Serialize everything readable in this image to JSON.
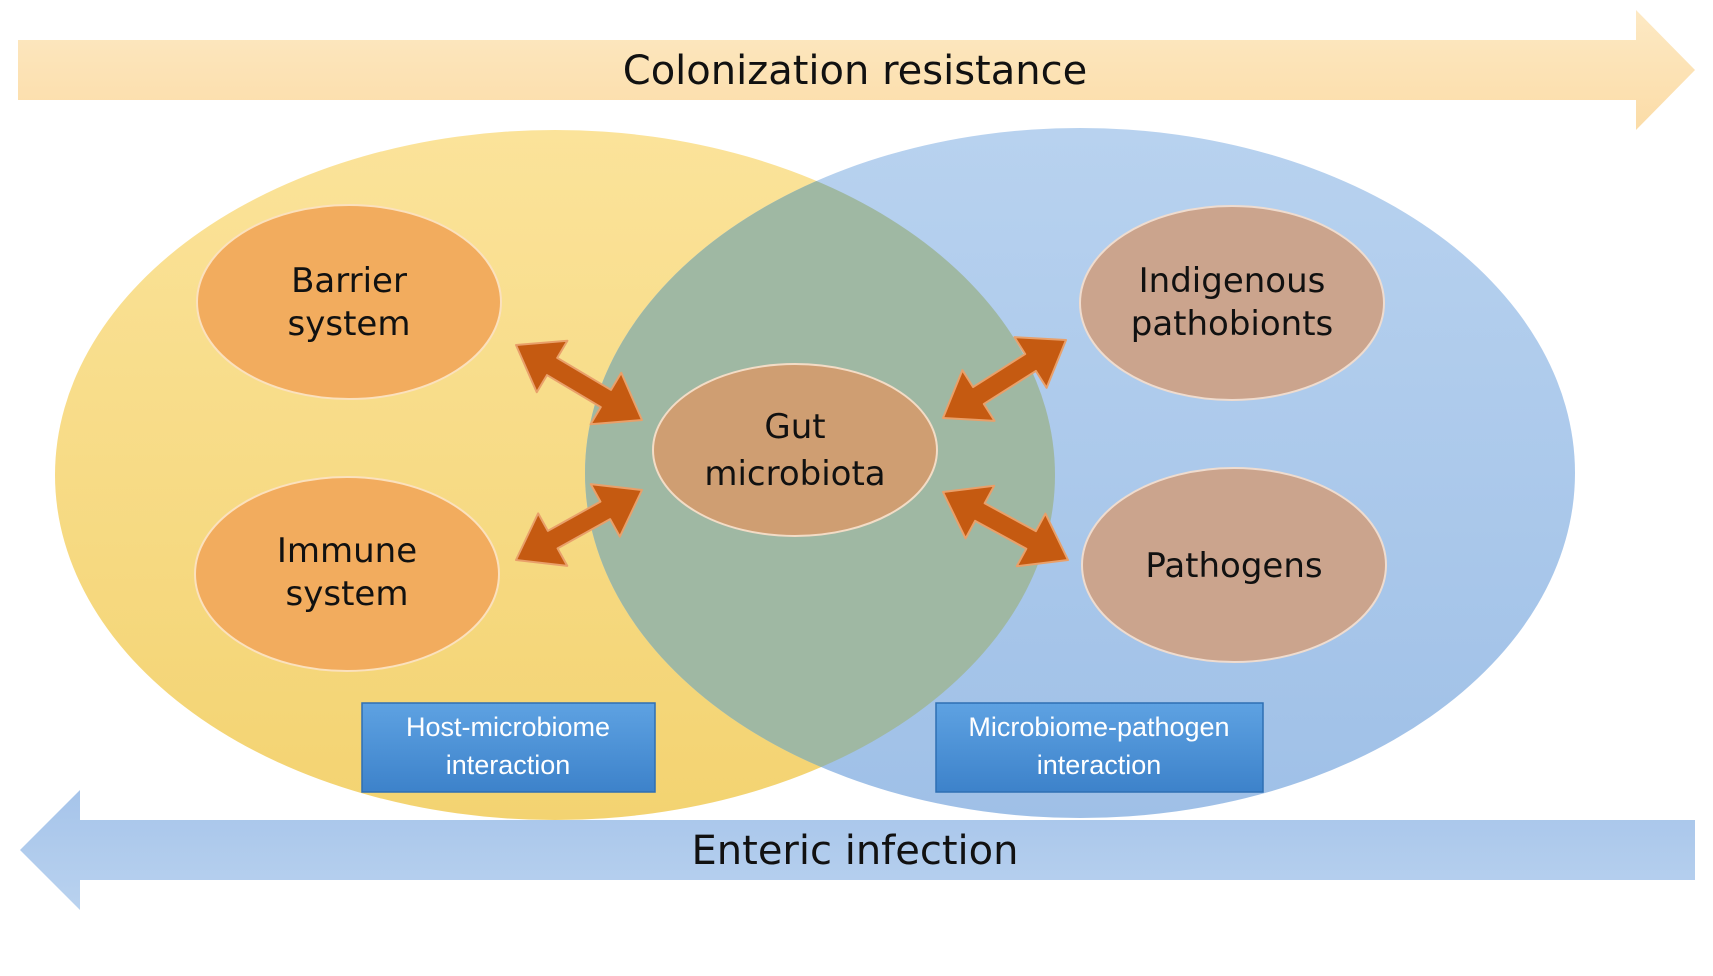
{
  "top_arrow": {
    "label": "Colonization resistance"
  },
  "bottom_arrow": {
    "label": "Enteric infection"
  },
  "nodes": {
    "barrier": {
      "line1": "Barrier",
      "line2": "system"
    },
    "immune": {
      "line1": "Immune",
      "line2": "system"
    },
    "gut": {
      "line1": "Gut",
      "line2": "microbiota"
    },
    "indigenous": {
      "line1": "Indigenous",
      "line2": "pathobionts"
    },
    "pathogens": {
      "line1": "Pathogens"
    }
  },
  "boxes": {
    "host": {
      "line1": "Host-microbiome",
      "line2": "interaction"
    },
    "microbe": {
      "line1": "Microbiome-pathogen",
      "line2": "interaction"
    }
  },
  "colors": {
    "top_arrow": "#fde4b8",
    "bottom_arrow": "#a9c7ea",
    "left_circle": "#f7d774",
    "right_circle": "#a9c9ec",
    "overlap": "#9fb7a3",
    "host_nodes": "#f2ac5e",
    "microbe_nodes": "#cba48d",
    "gut_node": "#cf9e72",
    "double_arrow": "#c55a11",
    "label_box": "#4a90d6"
  }
}
